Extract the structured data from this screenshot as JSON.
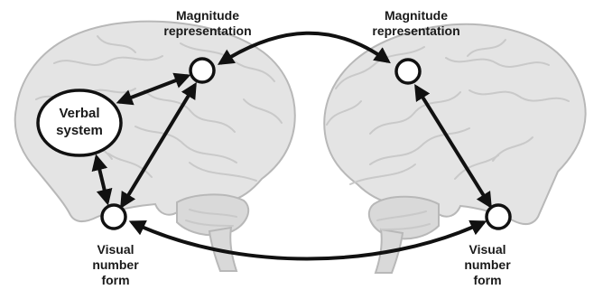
{
  "labels": {
    "magnitude_left": "Magnitude\nrepresentation",
    "magnitude_right": "Magnitude\nrepresentation",
    "verbal": "Verbal\nsystem",
    "visual_left": "Visual\nnumber\nform",
    "visual_right": "Visual\nnumber\nform"
  },
  "colors": {
    "brain_fill": "#e4e4e4",
    "brain_outline": "#b8b8b8",
    "brain_fold": "#c9c9c9",
    "arrow": "#111111",
    "node_fill": "#ffffff",
    "node_stroke": "#111111"
  }
}
